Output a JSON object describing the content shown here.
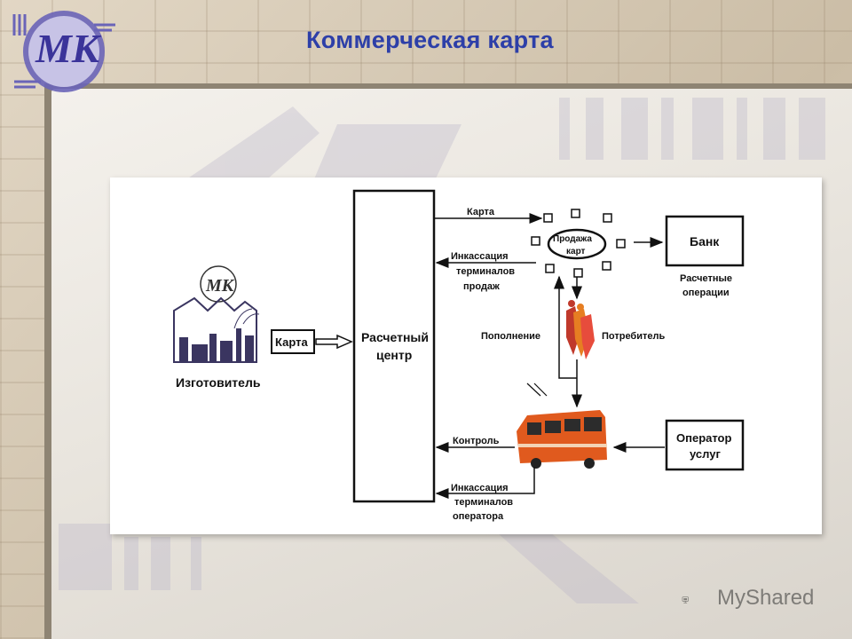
{
  "slide": {
    "title": "Коммерческая карта",
    "logo_text": "МК"
  },
  "diagram": {
    "producer_label": "Изготовитель",
    "card_label": "Карта",
    "settlement_center": [
      "Расчетный",
      "центр"
    ],
    "arrow_card": "Карта",
    "arrow_collection_sales": [
      "Инкассация",
      "терминалов",
      "продаж"
    ],
    "card_sales": [
      "Продажа",
      "карт"
    ],
    "bank": "Банк",
    "bank_caption": [
      "Расчетные",
      "операции"
    ],
    "replenishment": "Пополнение",
    "consumer": "Потребитель",
    "control": "Контроль",
    "collection_operator": [
      "Инкассация",
      "терминалов",
      "оператора"
    ],
    "service_operator": [
      "Оператор",
      "услуг"
    ]
  },
  "watermark_brand": "MyShared",
  "colors": {
    "title": "#2d3fa8",
    "logo": "#4a43a8",
    "frame": "#8e8473",
    "bus": "#e05a1e"
  }
}
